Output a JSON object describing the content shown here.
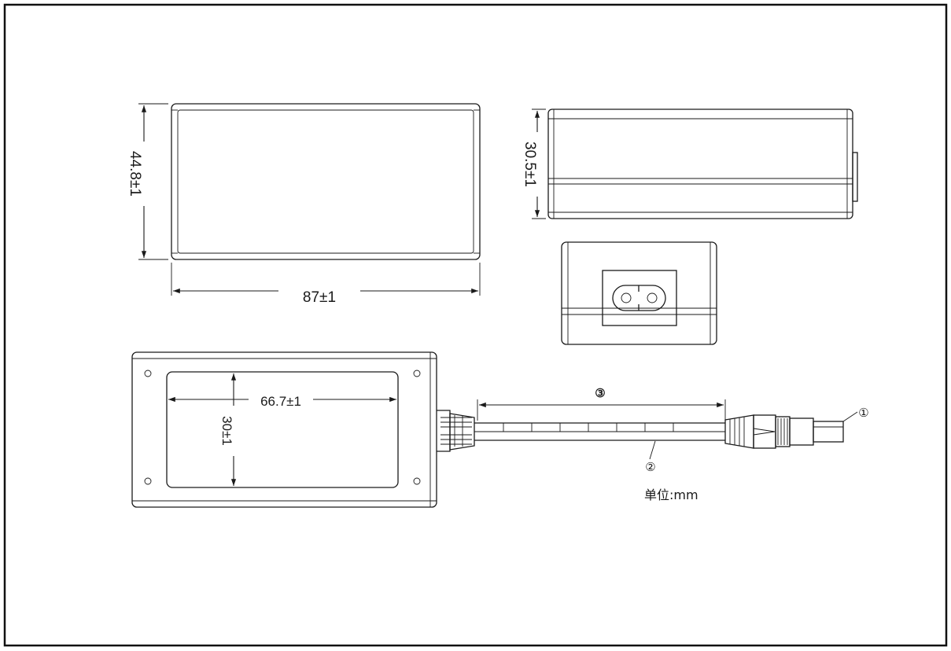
{
  "dimensions": {
    "top_length": "87±1",
    "top_width": "44.8±1",
    "side_height": "30.5±1",
    "label_width": "66.7±1",
    "label_height": "30±1"
  },
  "callouts": {
    "dc_plug": "①",
    "cable": "②",
    "cable_length": "③"
  },
  "unit_note": "单位:mm"
}
